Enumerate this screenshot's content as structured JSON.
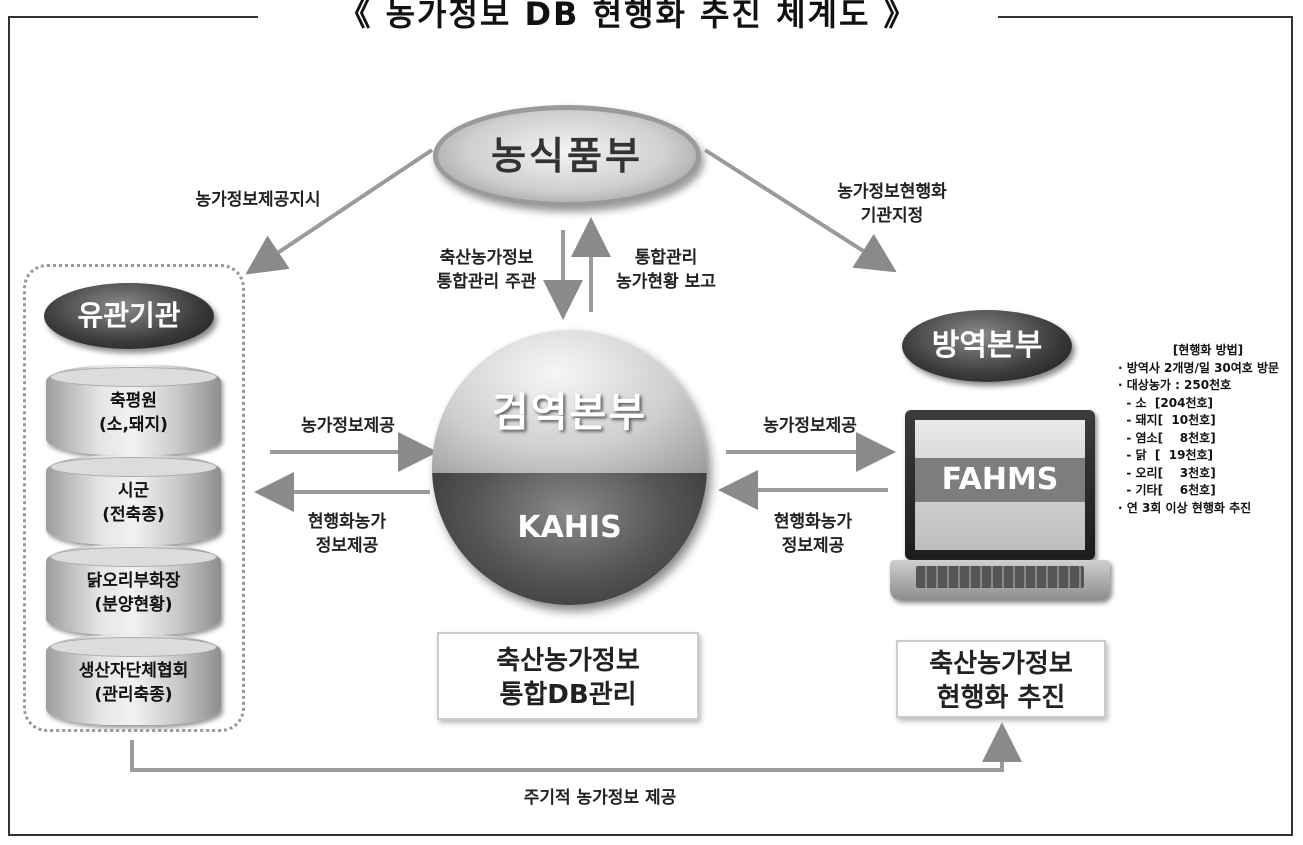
{
  "title": "《 농가정보 DB 현행화 추진 체계도 》",
  "nodes": {
    "top": "농식품부",
    "related": "유관기관",
    "quarantine": "방역본부",
    "inspect_top": "검역본부",
    "inspect_bottom": "KAHIS",
    "fahms": "FAHMS"
  },
  "cylinders": [
    "축평원\n(소,돼지)",
    "시군\n(전축종)",
    "닭오리부화장\n(분양현황)",
    "생산자단체협회\n(관리축종)"
  ],
  "edge_labels": {
    "instruct": "농가정보제공지시",
    "designate": "농가정보현행화\n기관지정",
    "manage": "축산농가정보\n통합관리 주관",
    "report": "통합관리\n농가현황 보고",
    "provide_left": "농가정보제공",
    "return_left": "현행화농가\n정보제공",
    "provide_right": "농가정보제공",
    "return_right": "현행화농가\n정보제공",
    "periodic": "주기적 농가정보 제공"
  },
  "boxes": {
    "center": "축산농가정보\n통합DB관리",
    "right": "축산농가정보\n현행화 추진"
  },
  "notes": {
    "header": "[현행화 방법]",
    "lines": [
      "· 방역사 2개명/일 30여호 방문",
      "",
      "· 대상농가 : 250천호",
      "  - 소  [204천호]",
      "  - 돼지[  10천호]",
      "  - 염소[    8천호]",
      "  - 닭  [  19천호]",
      "  - 오리[    3천호]",
      "  - 기타[    6천호]",
      "· 연 3회 이상 현행화 추진"
    ]
  }
}
